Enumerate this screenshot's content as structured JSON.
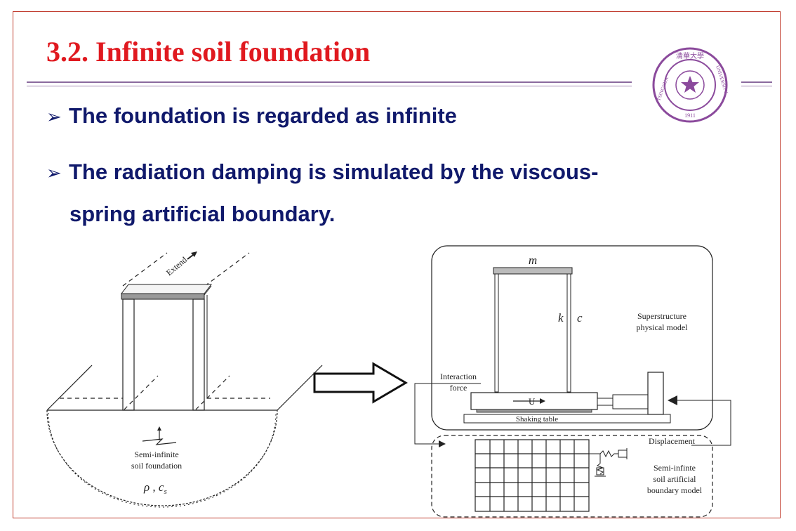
{
  "slide": {
    "title": "3.2. Infinite soil foundation",
    "bullets": [
      {
        "marker": "➢",
        "text": "The foundation is regarded as infinite"
      },
      {
        "marker": "➢",
        "text": "The radiation damping is simulated by the viscous-",
        "continuation": "spring artificial boundary."
      }
    ]
  },
  "logo": {
    "top_text": "清華大學",
    "left_text": "TSINGHUA",
    "right_text": "UNIVERSITY",
    "year": "1911",
    "color": "#8b4a9c"
  },
  "left_figure": {
    "extend_label": "Extend",
    "soil_label_1": "Semi-infinite",
    "soil_label_2": "soil foundation",
    "soil_params": "ρ , c",
    "soil_params_sub": "s"
  },
  "right_figure": {
    "mass_label": "m",
    "k_label": "k",
    "c_label": "c",
    "super_label_1": "Superstructure",
    "super_label_2": "physical model",
    "interaction_label_1": "Interaction",
    "interaction_label_2": "force",
    "u_label": "U",
    "table_label": "Shaking table",
    "displacement_label": "Displacement",
    "boundary_label_1": "Semi-infinte",
    "boundary_label_2": "soil artificial",
    "boundary_label_3": "boundary model"
  },
  "colors": {
    "title": "#e0191f",
    "bullet": "#10196b",
    "frame": "#c0392b",
    "rule": "#8a6a9e"
  }
}
